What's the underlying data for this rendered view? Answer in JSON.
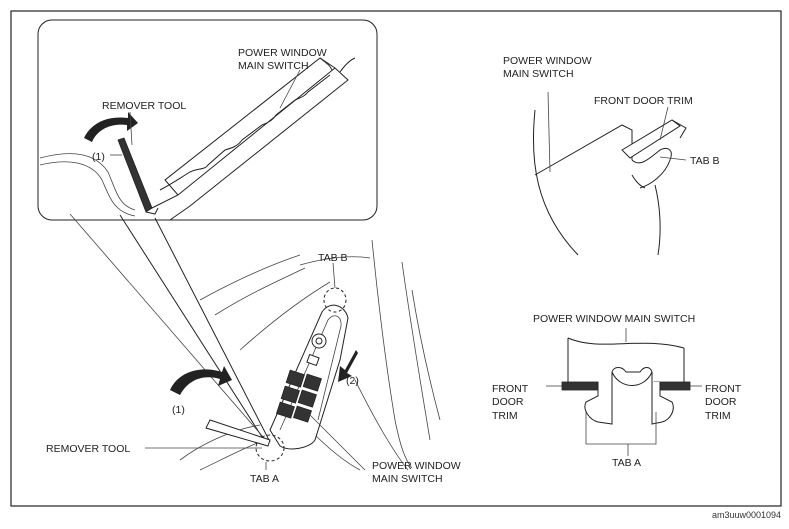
{
  "labels": {
    "inset_switch": [
      "POWER WINDOW",
      "MAIN SWITCH"
    ],
    "inset_tool": "REMOVER TOOL",
    "inset_step": "(1)",
    "tab_b_main": "TAB B",
    "step_1": "(1)",
    "step_2": "(2)",
    "remover_tool": "REMOVER TOOL",
    "tab_a_main": "TAB A",
    "main_switch": [
      "POWER WINDOW",
      "MAIN SWITCH"
    ],
    "tr_switch": [
      "POWER WINDOW",
      "MAIN SWITCH"
    ],
    "tr_trim": "FRONT DOOR TRIM",
    "tr_tab_b": "TAB B",
    "br_switch": "POWER WINDOW MAIN SWITCH",
    "br_left_trim": [
      "FRONT",
      "DOOR",
      "TRIM"
    ],
    "br_right_trim": [
      "FRONT",
      "DOOR",
      "TRIM"
    ],
    "br_tab_a": "TAB A",
    "figure_code": "am3uuw0001094"
  }
}
